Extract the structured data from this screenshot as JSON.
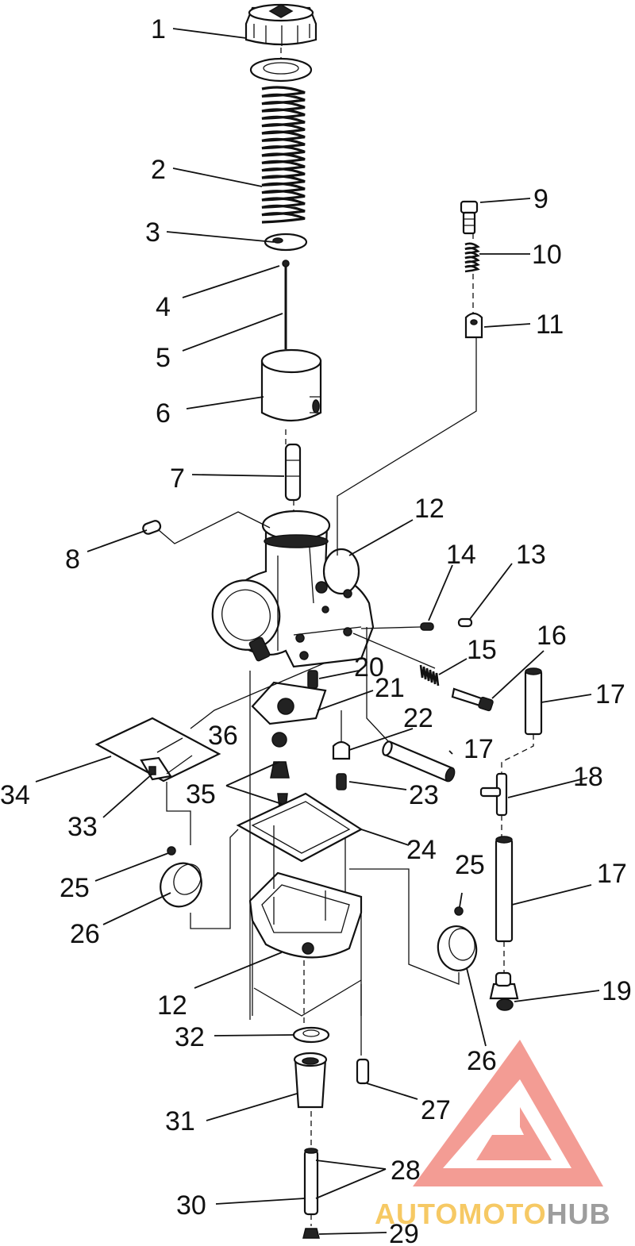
{
  "diagram": {
    "callouts": [
      {
        "id": "c1",
        "label": "1"
      },
      {
        "id": "c2",
        "label": "2"
      },
      {
        "id": "c3",
        "label": "3"
      },
      {
        "id": "c4",
        "label": "4"
      },
      {
        "id": "c5",
        "label": "5"
      },
      {
        "id": "c6",
        "label": "6"
      },
      {
        "id": "c7",
        "label": "7"
      },
      {
        "id": "c8",
        "label": "8"
      },
      {
        "id": "c9",
        "label": "9"
      },
      {
        "id": "c10",
        "label": "10"
      },
      {
        "id": "c11",
        "label": "11"
      },
      {
        "id": "c12a",
        "label": "12"
      },
      {
        "id": "c13",
        "label": "13"
      },
      {
        "id": "c14",
        "label": "14"
      },
      {
        "id": "c15",
        "label": "15"
      },
      {
        "id": "c16",
        "label": "16"
      },
      {
        "id": "c17a",
        "label": "17"
      },
      {
        "id": "c17b",
        "label": "17"
      },
      {
        "id": "c18",
        "label": "18"
      },
      {
        "id": "c20",
        "label": "20"
      },
      {
        "id": "c21",
        "label": "21"
      },
      {
        "id": "c36",
        "label": "36"
      },
      {
        "id": "c22",
        "label": "22"
      },
      {
        "id": "c23",
        "label": "23"
      },
      {
        "id": "c34",
        "label": "34"
      },
      {
        "id": "c35",
        "label": "35"
      },
      {
        "id": "c33",
        "label": "33"
      },
      {
        "id": "c24",
        "label": "24"
      },
      {
        "id": "c25a",
        "label": "25"
      },
      {
        "id": "c25b",
        "label": "25"
      },
      {
        "id": "c17c",
        "label": "17"
      },
      {
        "id": "c26a",
        "label": "26"
      },
      {
        "id": "c19",
        "label": "19"
      },
      {
        "id": "c12b",
        "label": "12"
      },
      {
        "id": "c26b",
        "label": "26"
      },
      {
        "id": "c32",
        "label": "32"
      },
      {
        "id": "c27",
        "label": "27"
      },
      {
        "id": "c31",
        "label": "31"
      },
      {
        "id": "c28",
        "label": "28"
      },
      {
        "id": "c30",
        "label": "30"
      },
      {
        "id": "c29",
        "label": "29"
      }
    ]
  },
  "watermark": {
    "text_part1": "AUTOMOTO",
    "text_part2": "HUB",
    "color_primary": "#f28b82",
    "color_secondary": "#f5c04a",
    "color_tertiary": "#8c8c8c"
  }
}
